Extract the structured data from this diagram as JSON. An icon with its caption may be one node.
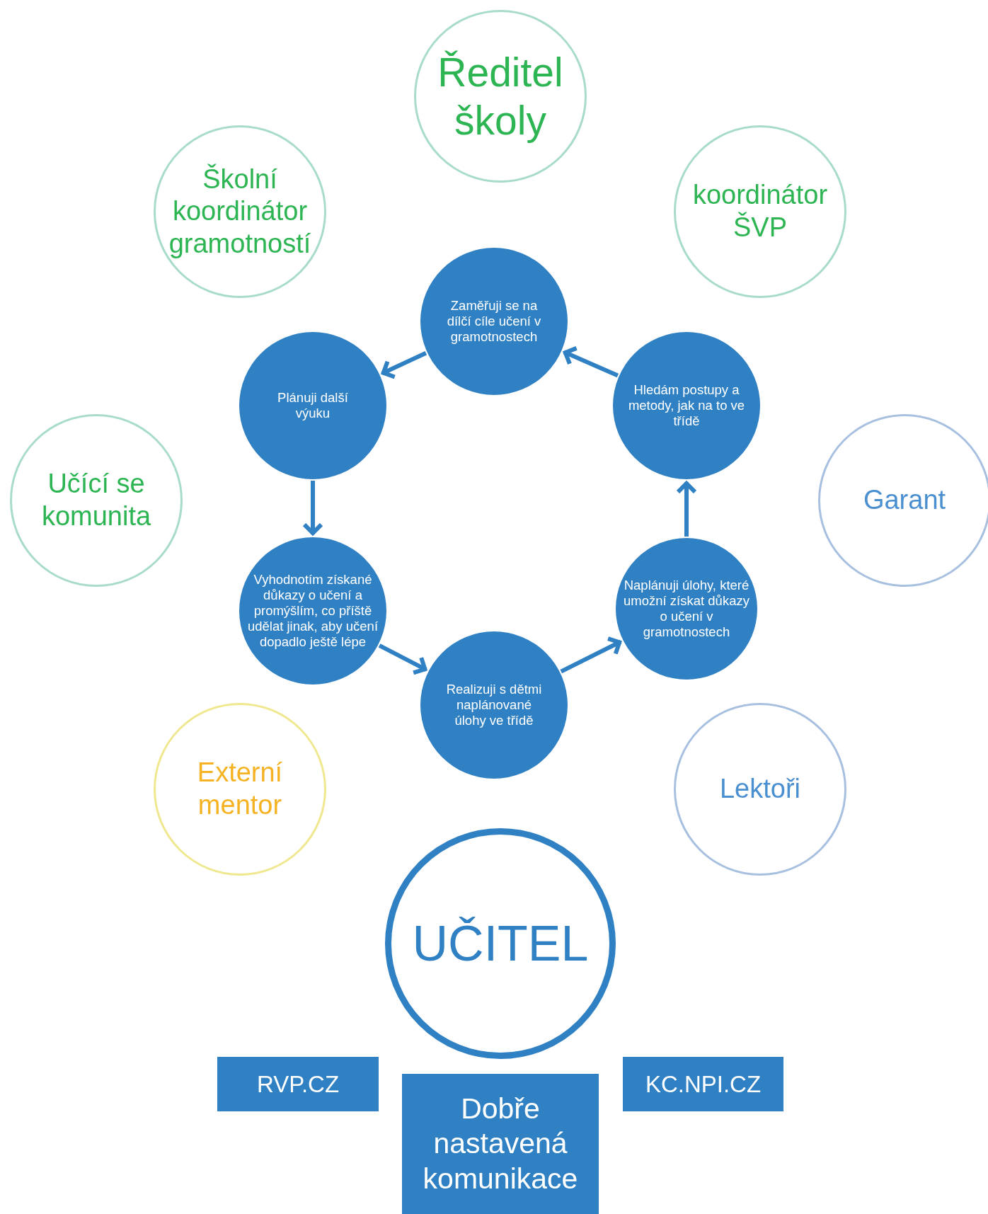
{
  "diagram": {
    "nodes": [
      {
        "text": [
          "Ředitel školy"
        ]
      },
      {
        "text": [
          "Školní koordinátor gramotností"
        ]
      },
      {
        "text": [
          "koordinátor ŠVP"
        ]
      },
      {
        "text": [
          "Zaměřuji se na dílčí cíle učení v gramotnostech"
        ]
      },
      {
        "text": [
          "Plánuji další výuku"
        ]
      },
      {
        "text": [
          "Hledám postupy a metody, jak na to ve třídě"
        ]
      },
      {
        "text": [
          "Učící se komunita"
        ]
      },
      {
        "text": [
          "Garant"
        ]
      },
      {
        "text": [
          "Vyhodnotím získané důkazy o učení a promýšlím, co příště udělat jinak, aby učení dopadlo ještě lépe"
        ]
      },
      {
        "text": [
          "Naplánuji úlohy, které umožní získat důkazy o učení v gramotnostech"
        ]
      },
      {
        "text": [
          "Realizuji s dětmi naplánované úlohy ve třídě"
        ]
      },
      {
        "text": [
          "Externí mentor"
        ]
      },
      {
        "text": [
          "Lektoři"
        ]
      },
      {
        "text": [
          "UČITEL"
        ]
      },
      {
        "text": [
          "RVP.CZ"
        ]
      },
      {
        "text": [
          "KC.NPI.CZ"
        ]
      },
      {
        "text": [
          "Dobře nastavená komunikace"
        ]
      }
    ],
    "edges": [
      {
        "from": 3,
        "to": 4,
        "arrow": "to"
      },
      {
        "from": 4,
        "to": 8,
        "arrow": "to"
      },
      {
        "from": 8,
        "to": 10,
        "arrow": "to"
      },
      {
        "from": 10,
        "to": 9,
        "arrow": "to"
      },
      {
        "from": 9,
        "to": 5,
        "arrow": "to"
      },
      {
        "from": 5,
        "to": 3,
        "arrow": "to"
      }
    ]
  }
}
